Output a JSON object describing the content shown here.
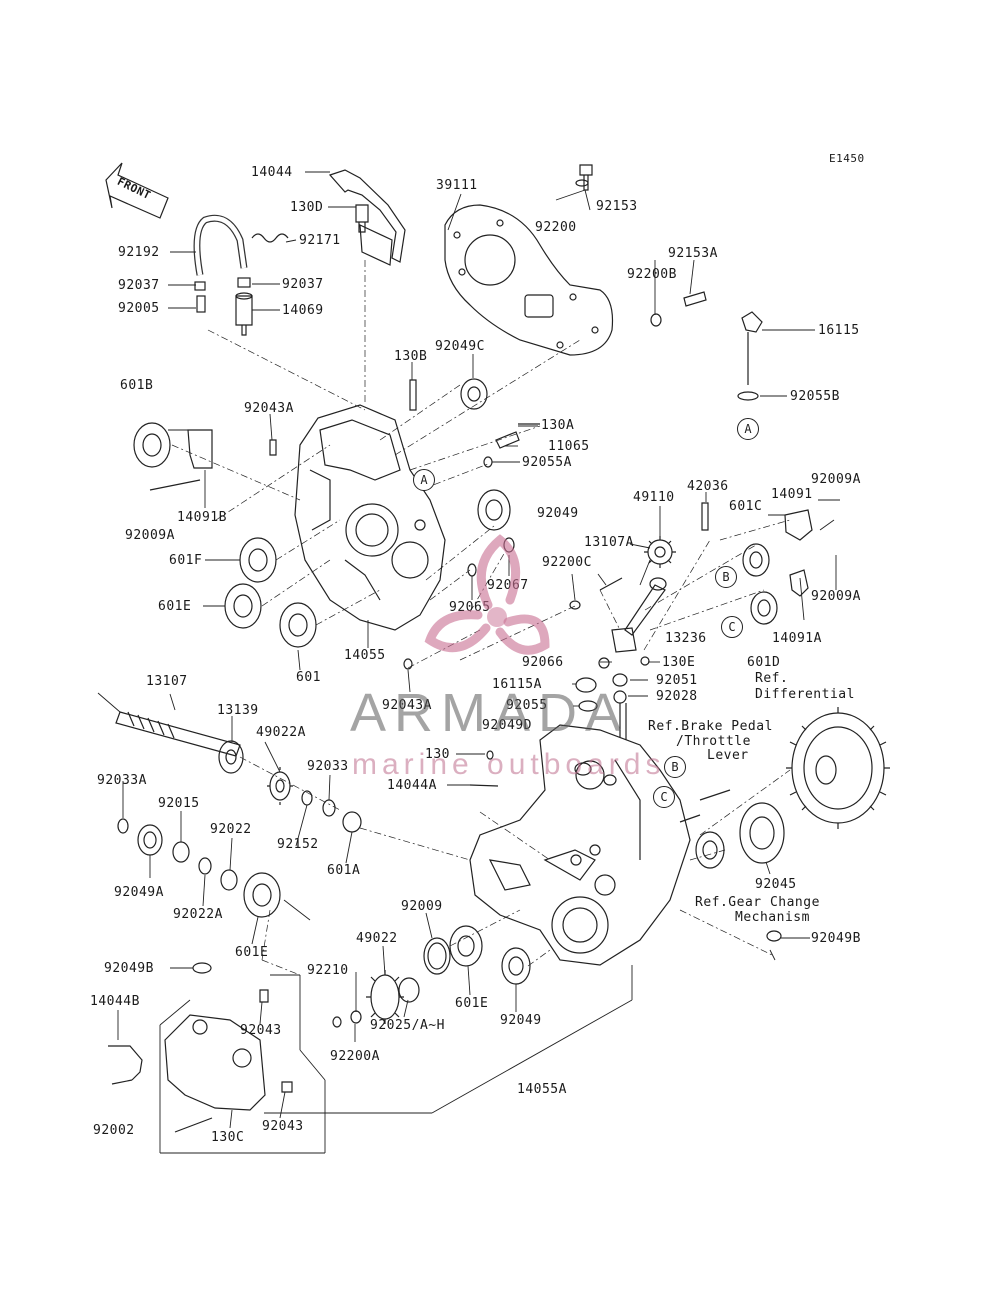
{
  "diagram": {
    "code": "E1450",
    "front_label": "FRONT"
  },
  "watermark": {
    "title": "ARMADA",
    "subtitle": "marine outboards"
  },
  "circle_refs": [
    "A",
    "B",
    "C"
  ],
  "labels": [
    "14044",
    "130D",
    "92171",
    "92192",
    "92037",
    "92037",
    "92005",
    "14069",
    "39111",
    "92153",
    "92200",
    "92153A",
    "92200B",
    "16115",
    "92055B",
    "130B",
    "92049C",
    "92043A",
    "601B",
    "130A",
    "11065",
    "92055A",
    "14091B",
    "92009A",
    "601F",
    "601E",
    "14055",
    "601",
    "92049",
    "92067",
    "13107A",
    "92200C",
    "92065",
    "49110",
    "42036",
    "601C",
    "14091",
    "92009A",
    "92009A",
    "14091A",
    "601D",
    "13236",
    "130E",
    "92066",
    "16115A",
    "92051",
    "92028",
    "92055",
    "92049D",
    "92043A",
    "Ref.",
    "Differential",
    "Ref.Brake Pedal",
    "/Throttle",
    "Lever",
    "13107",
    "13139",
    "49022A",
    "130",
    "14044A",
    "92033A",
    "92015",
    "92033",
    "92022",
    "92152",
    "601A",
    "92049A",
    "92022A",
    "601E",
    "92009",
    "49022",
    "92210",
    "92045",
    "Ref.Gear Change",
    "Mechanism",
    "92049B",
    "601E",
    "92049",
    "92025/A~H",
    "92200A",
    "92049B",
    "14044B",
    "92043",
    "92002",
    "130C",
    "92043",
    "14055A"
  ]
}
